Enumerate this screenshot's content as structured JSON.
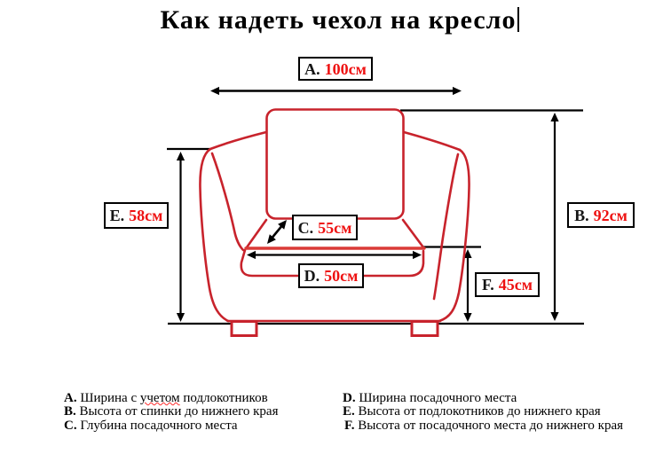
{
  "title": {
    "text": "Как надеть чехол на кресло"
  },
  "colors": {
    "chair_outline": "#c8232c",
    "seat_edge": "#da3a36",
    "value_red": "#ee1111",
    "letter_black": "#151515",
    "measure_black": "#000000"
  },
  "measurements": {
    "A": {
      "letter": "A.",
      "value": "100см"
    },
    "B": {
      "letter": "B.",
      "value": "92см"
    },
    "C": {
      "letter": "C.",
      "value": "55см"
    },
    "D": {
      "letter": "D.",
      "value": "50см"
    },
    "E": {
      "letter": "E.",
      "value": "58см"
    },
    "F": {
      "letter": "F.",
      "value": "45см"
    }
  },
  "legend": {
    "left": [
      {
        "letter": "A.",
        "pre": "Ширина с ",
        "misspelled": "учетом",
        "post": " подлокотников"
      },
      {
        "letter": "B.",
        "pre": "Высота от спинки до нижнего края",
        "misspelled": "",
        "post": ""
      },
      {
        "letter": "C.",
        "pre": "Глубина посадочного места",
        "misspelled": "",
        "post": ""
      }
    ],
    "right": [
      {
        "letter": "D.",
        "pre": "Ширина посадочного места",
        "misspelled": "",
        "post": ""
      },
      {
        "letter": "E.",
        "pre": "Высота от подлокотников до нижнего края",
        "misspelled": "",
        "post": ""
      },
      {
        "letter": "F.",
        "pre": "Высота от посадочного места до нижнего края",
        "misspelled": "",
        "post": ""
      }
    ]
  }
}
